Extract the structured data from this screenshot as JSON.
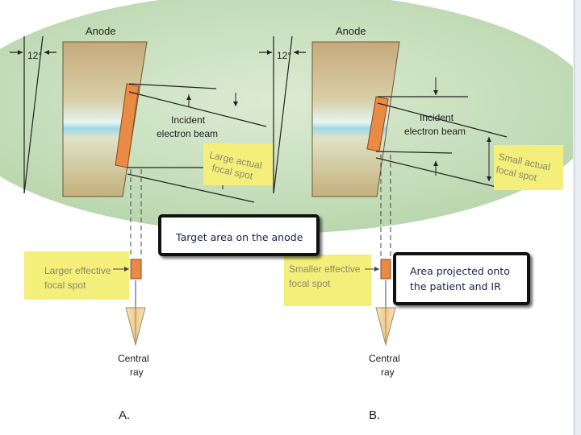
{
  "panel_a": {
    "anode_label": "Anode",
    "angle_label": "12°",
    "beam_label_1": "Incident",
    "beam_label_2": "electron beam",
    "actual_spot_1": "Large actual",
    "actual_spot_2": "focal spot",
    "effective_spot_1": "Larger effective",
    "effective_spot_2": "focal spot",
    "ray_label_1": "Central",
    "ray_label_2": "ray",
    "panel_letter": "A."
  },
  "panel_b": {
    "anode_label": "Anode",
    "angle_label": "12°",
    "beam_label_1": "Incident",
    "beam_label_2": "electron beam",
    "actual_spot_1": "Small actual",
    "actual_spot_2": "focal spot",
    "effective_spot_1": "Smaller effective",
    "effective_spot_2": "focal spot",
    "ray_label_1": "Central",
    "ray_label_2": "ray",
    "panel_letter": "B."
  },
  "callouts": {
    "target_area": "Target area on the anode",
    "projected_line_1": "Area projected onto",
    "projected_line_2": "the patient and IR"
  },
  "colors": {
    "oval": "#bfd9b3",
    "highlight": "#f3ef7a",
    "focal_spot": "#e98a45",
    "beam_arrow": "#f3dcae",
    "anode_top": "#c9b183",
    "anode_band": "#bce4ee",
    "callout_text": "#1a1f4f"
  }
}
